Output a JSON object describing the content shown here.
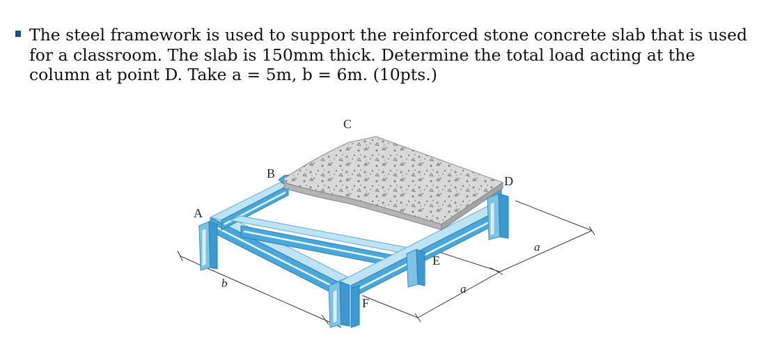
{
  "problem": {
    "text": "The steel framework is used to support the reinforced stone concrete slab that is used for a classroom. The slab is 150mm thick. Determine the total load acting at the column at point D. Take a = 5m, b = 6m. (10pts.)"
  },
  "figure": {
    "labels": {
      "A": "A",
      "B": "B",
      "C": "C",
      "D": "D",
      "E": "E",
      "F": "F",
      "a_right": "a",
      "a_front": "a",
      "b_left": "b"
    },
    "colors": {
      "steel_light": "#bde3f4",
      "steel_mid": "#4aa7da",
      "concrete": "#d4d4d4",
      "bullet": "#1f4e79"
    }
  }
}
